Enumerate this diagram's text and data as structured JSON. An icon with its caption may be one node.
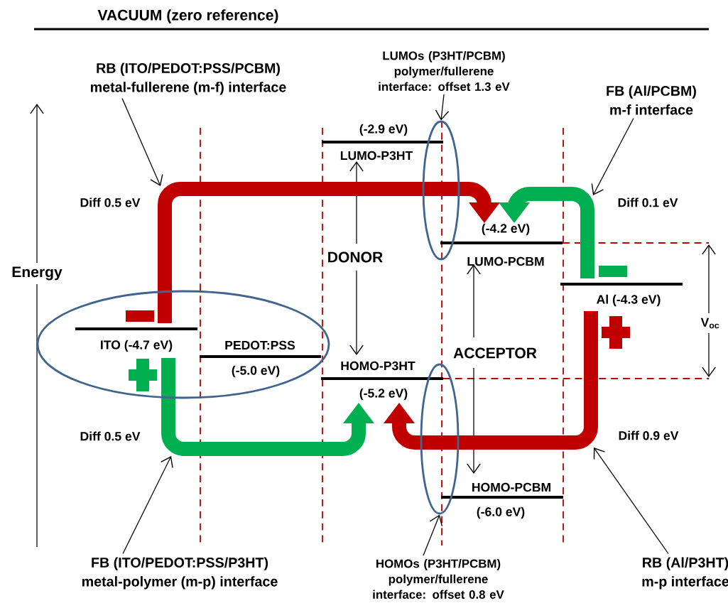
{
  "diagram": {
    "nodes": [
      {
        "text": [
          "RB (ITO/PEDOT:PSS/PCBM)",
          "metal-fullerene (m-f) interface"
        ]
      },
      {
        "text": [
          "LUMOs (P3HT/PCBM) polymer/fullerene interface: offset 1.3 eV"
        ]
      },
      {
        "text": [
          "FB (Al/PCBM)",
          "m-f interface"
        ]
      },
      {
        "text": [],
        "shape": "ellipse"
      },
      {
        "text": [],
        "shape": "ellipse"
      },
      {
        "text": [],
        "shape": "ellipse"
      },
      {
        "text": [
          "FB (ITO/PEDOT:PSS/P3HT)",
          "metal-polymer (m-p) interface"
        ]
      },
      {
        "text": [
          "HOMOs (P3HT/PCBM) polymer/fullerene interface: offset 0.8 eV"
        ]
      },
      {
        "text": [
          "RB (Al/P3HT)",
          "m-p interface"
        ]
      }
    ],
    "edges": [
      {
        "from": 0,
        "to": null,
        "arrow": "to"
      },
      {
        "from": 1,
        "to": 3,
        "arrow": "to"
      },
      {
        "from": 2,
        "to": null,
        "arrow": "to"
      },
      {
        "from": 6,
        "to": null,
        "arrow": "to"
      },
      {
        "from": 7,
        "to": 5,
        "arrow": "to"
      },
      {
        "from": 8,
        "to": null,
        "arrow": "to"
      }
    ],
    "labels": [
      "VACUUM (zero reference)",
      "Energy",
      "Diff 0.5 eV",
      "(-2.9 eV)",
      "LUMO-P3HT",
      "Diff 0.1 eV",
      "(-4.2 eV)",
      "DONOR",
      "LUMO-PCBM",
      "Al (-4.3 eV)",
      "V$_{oc}$",
      "ITO (-4.7 eV)",
      "PEDOT:PSS",
      "ACCEPTOR",
      "HOMO-P3HT",
      "(-5.0 eV)",
      "(-5.2 eV)",
      "Diff 0.5 eV",
      "Diff 0.9 eV",
      "HOMO-PCBM",
      "(-6.0 eV)"
    ]
  }
}
